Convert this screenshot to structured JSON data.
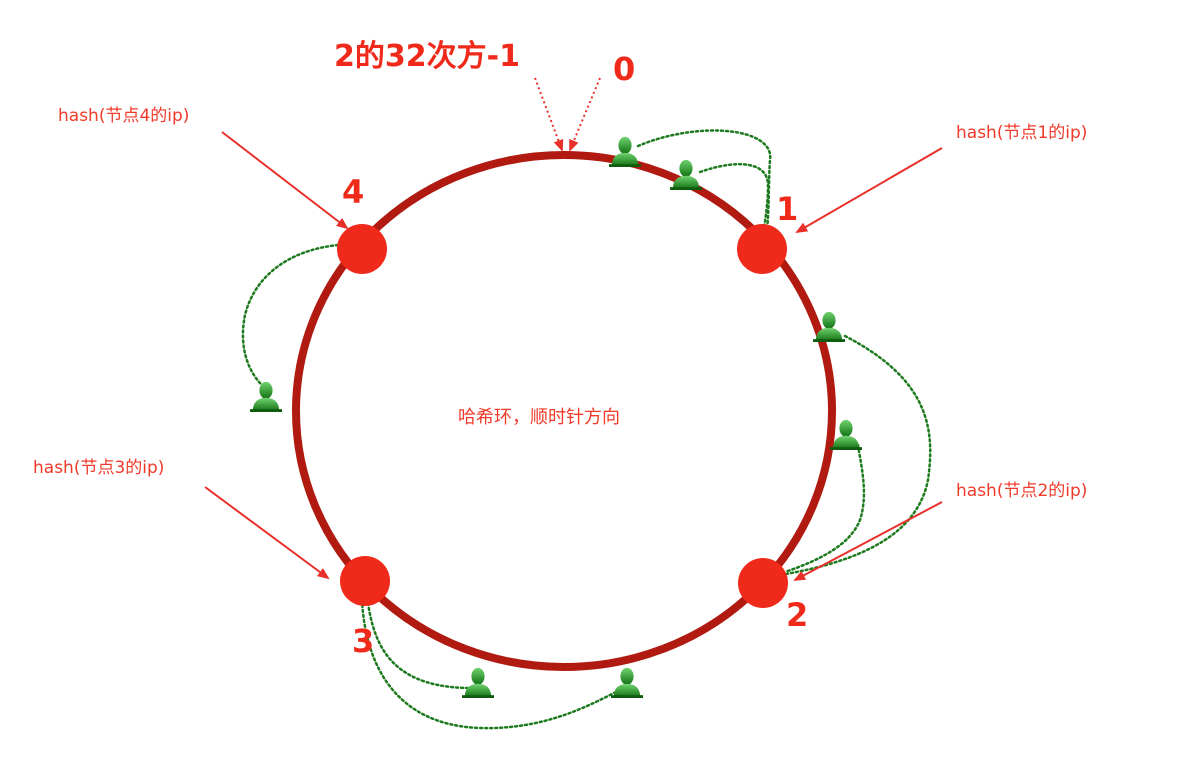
{
  "labels": {
    "max_value": "2的32次方-1",
    "zero": "0",
    "center": "哈希环，顺时针方向",
    "hash_node1": "hash(节点1的ip)",
    "hash_node2": "hash(节点2的ip)",
    "hash_node3": "hash(节点3的ip)",
    "hash_node4": "hash(节点4的ip)",
    "node1": "1",
    "node2": "2",
    "node3": "3",
    "node4": "4"
  },
  "colors": {
    "ring": "#b01a10",
    "node": "#f02a1a",
    "label_text": "#f03a2a",
    "arrow": "#e8302a",
    "user_link": "#1e7a1e",
    "user_icon": "#2a9a2a"
  },
  "icons": {
    "user": "user-silhouette-icon"
  }
}
